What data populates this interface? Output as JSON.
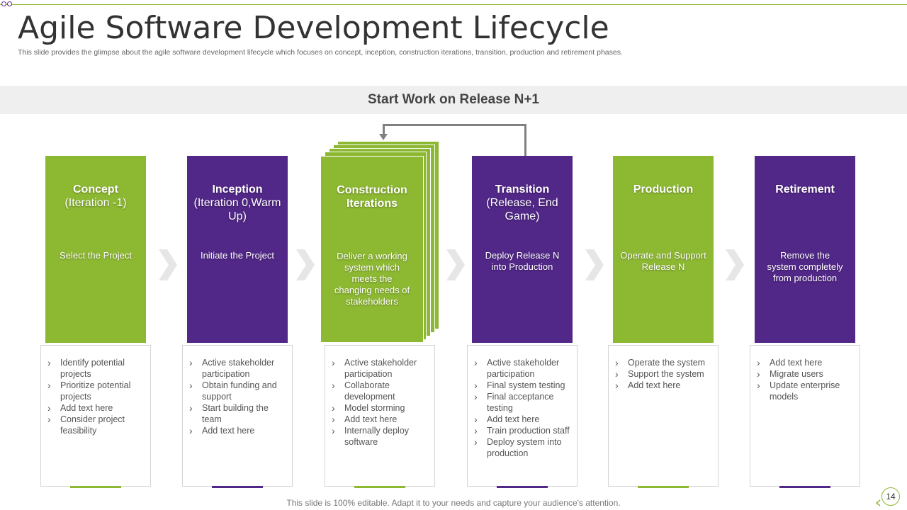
{
  "title": "Agile Software Development Lifecycle",
  "subtitle": "This slide provides the glimpse about the agile software development lifecycle which focuses on concept, inception, construction iterations, transition, production and retirement phases.",
  "banner": "Start Work on Release N+1",
  "phases": [
    {
      "name": "Concept",
      "sub": "(Iteration -1)",
      "desc": "Select the Project",
      "color": "#8db832",
      "items": [
        "Identify potential projects",
        "Prioritize potential projects",
        "Add text here",
        "Consider project feasibility"
      ]
    },
    {
      "name": "Inception",
      "sub": "(Iteration 0,Warm Up)",
      "desc": "Initiate the Project",
      "color": "#512787",
      "items": [
        "Active stakeholder participation",
        "Obtain funding and support",
        "Start building the team",
        "Add text here"
      ]
    },
    {
      "name": "Construction Iterations",
      "sub": "",
      "desc": "Deliver a working system which meets the changing needs of stakeholders",
      "color": "#8db832",
      "items": [
        "Active stakeholder participation",
        "Collaborate development",
        "Model storming",
        "Add text here",
        "Internally deploy software"
      ]
    },
    {
      "name": "Transition",
      "sub": "(Release, End Game)",
      "desc": "Deploy Release N into Production",
      "color": "#512787",
      "items": [
        "Active stakeholder participation",
        "Final system testing",
        "Final acceptance testing",
        "Add text here",
        "Train production staff",
        "Deploy system into production"
      ]
    },
    {
      "name": "Production",
      "sub": "",
      "desc": "Operate and Support Release N",
      "color": "#8db832",
      "items": [
        "Operate the system",
        "Support the system",
        "Add text here"
      ]
    },
    {
      "name": "Retirement",
      "sub": "",
      "desc": "Remove the system completely from production",
      "color": "#512787",
      "items": [
        "Add text here",
        "Migrate users",
        "Update enterprise models"
      ]
    }
  ],
  "footer": "This slide is 100% editable. Adapt it to your needs and capture your audience's attention.",
  "page_number": "14",
  "colors": {
    "green": "#8db832",
    "purple": "#512787"
  }
}
